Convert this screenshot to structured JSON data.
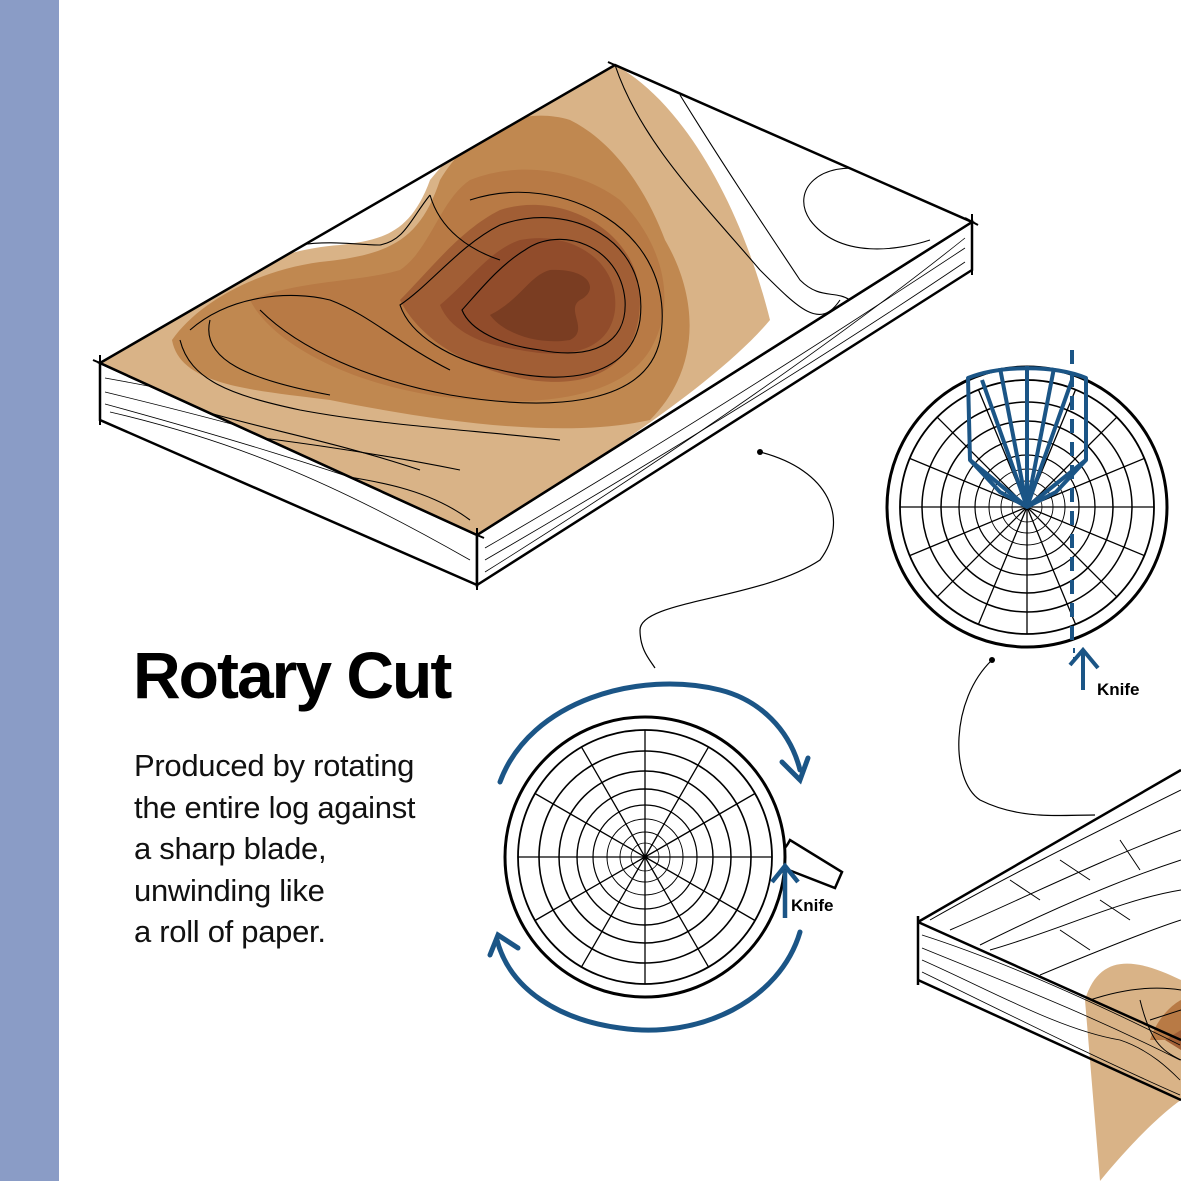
{
  "title": "Rotary Cut",
  "description_lines": [
    "Produced by rotating",
    "the entire log against",
    "a sharp blade,",
    "unwinding like",
    "a roll of paper."
  ],
  "knife_labels": {
    "top_diagram": "Knife",
    "bottom_diagram": "Knife"
  },
  "colors": {
    "sidebar": "#8a9cc6",
    "diagram_blue": "#1b5586",
    "wood_light": "#d9b387",
    "wood_mid": "#c08850",
    "wood_dark": "#a15e35",
    "wood_core": "#8f4a2a"
  },
  "icons": [
    "rotation-arrow-icon",
    "knife-arrow-icon"
  ]
}
